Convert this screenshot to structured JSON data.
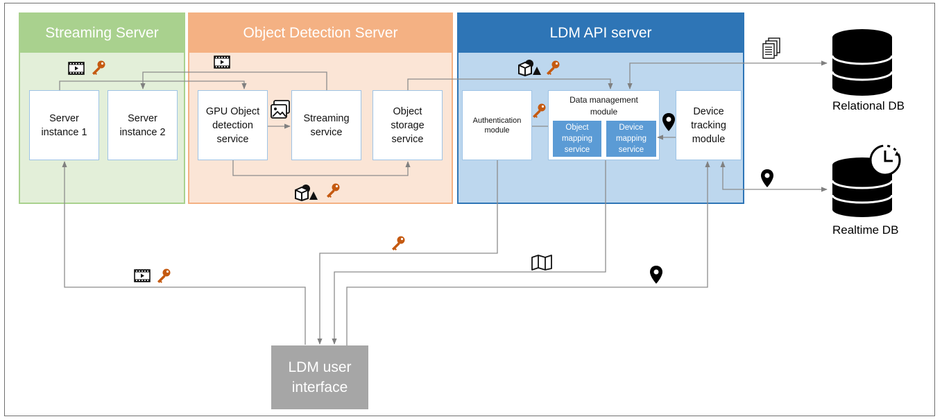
{
  "panels": {
    "streaming_server": "Streaming Server",
    "object_detection_server": "Object Detection Server",
    "ldm_api_server": "LDM API server"
  },
  "boxes": {
    "server_instance_1": "Server\ninstance 1",
    "server_instance_2": "Server\ninstance 2",
    "gpu_object_detection": "GPU Object\ndetection\nservice",
    "streaming_service": "Streaming\nservice",
    "object_storage": "Object\nstorage\nservice",
    "authentication_module": "Authentication\nmodule",
    "data_management_module": "Data management\nmodule",
    "object_mapping_service": "Object\nmapping\nservice",
    "device_mapping_service": "Device\nmapping\nservice",
    "device_tracking_module": "Device\ntracking\nmodule"
  },
  "databases": {
    "relational": "Relational DB",
    "realtime": "Realtime DB"
  },
  "user_interface": "LDM user\ninterface",
  "colors": {
    "streaming_header": "#a9d18e",
    "streaming_body": "#e3efd9",
    "objdet_header": "#f4b183",
    "objdet_body": "#fbe5d6",
    "ldm_header": "#2e75b6",
    "ldm_body": "#bdd7ee",
    "sub_service": "#5b9bd5",
    "key_icon": "#c55a11",
    "ui_box": "#a6a6a6"
  },
  "icons": [
    "video-icon",
    "key-icon",
    "shapes-icon",
    "images-icon",
    "documents-icon",
    "location-pin-icon",
    "map-icon",
    "database-icon",
    "clock-icon"
  ]
}
